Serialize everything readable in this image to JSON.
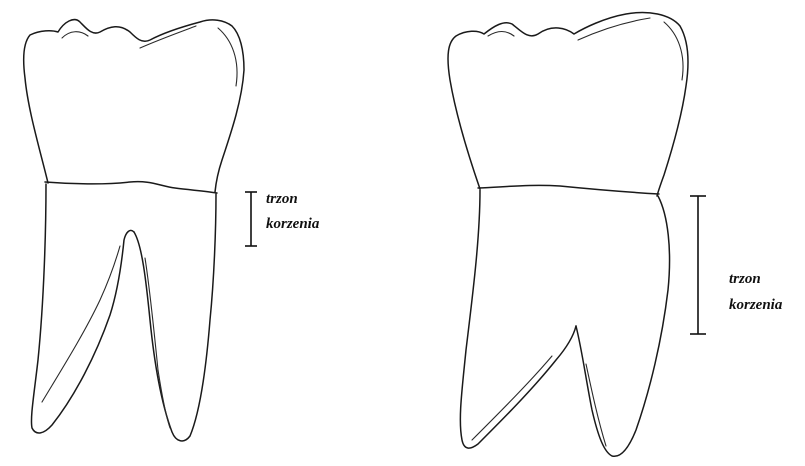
{
  "figure": {
    "left_tooth": {
      "label_line1": "trzon",
      "label_line2": "korzenia"
    },
    "right_tooth": {
      "label_line1": "trzon",
      "label_line2": "korzenia"
    }
  }
}
